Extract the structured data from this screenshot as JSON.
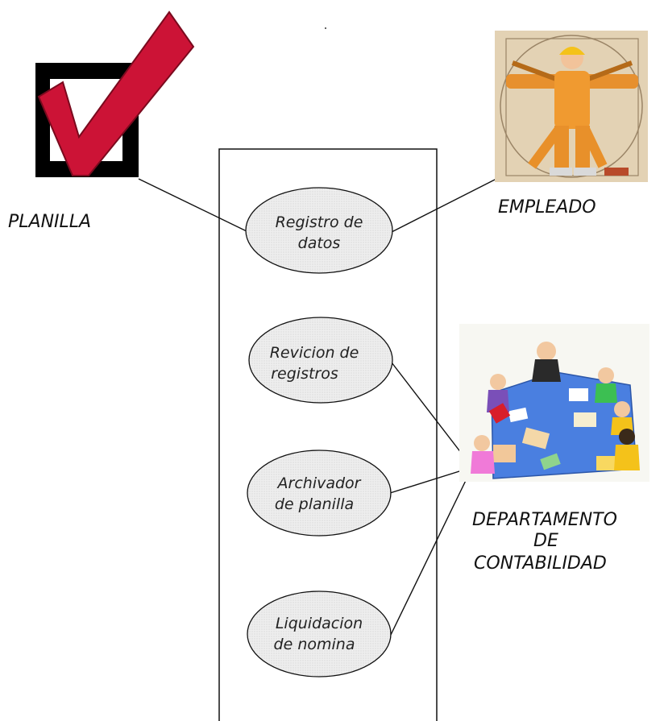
{
  "actors": {
    "planilla": {
      "label": "PLANILLA",
      "icon": "checkmark-checkbox-icon"
    },
    "empleado": {
      "label": "EMPLEADO",
      "icon": "construction-worker-icon"
    },
    "departamento": {
      "label_lines": [
        "DEPARTAMENTO",
        "DE",
        "CONTABILIDAD"
      ],
      "icon": "meeting-table-icon"
    }
  },
  "use_cases": [
    {
      "lines": [
        "Registro de",
        "datos"
      ]
    },
    {
      "lines": [
        "Revicion de",
        "registros"
      ]
    },
    {
      "lines": [
        "Archivador",
        "de planilla"
      ]
    },
    {
      "lines": [
        "Liquidacion",
        "de nomina"
      ]
    }
  ],
  "colors": {
    "check_red": "#cc1336",
    "ellipse_fill": "#ececec",
    "table_blue": "#4a7fe0",
    "line": "#111111"
  }
}
